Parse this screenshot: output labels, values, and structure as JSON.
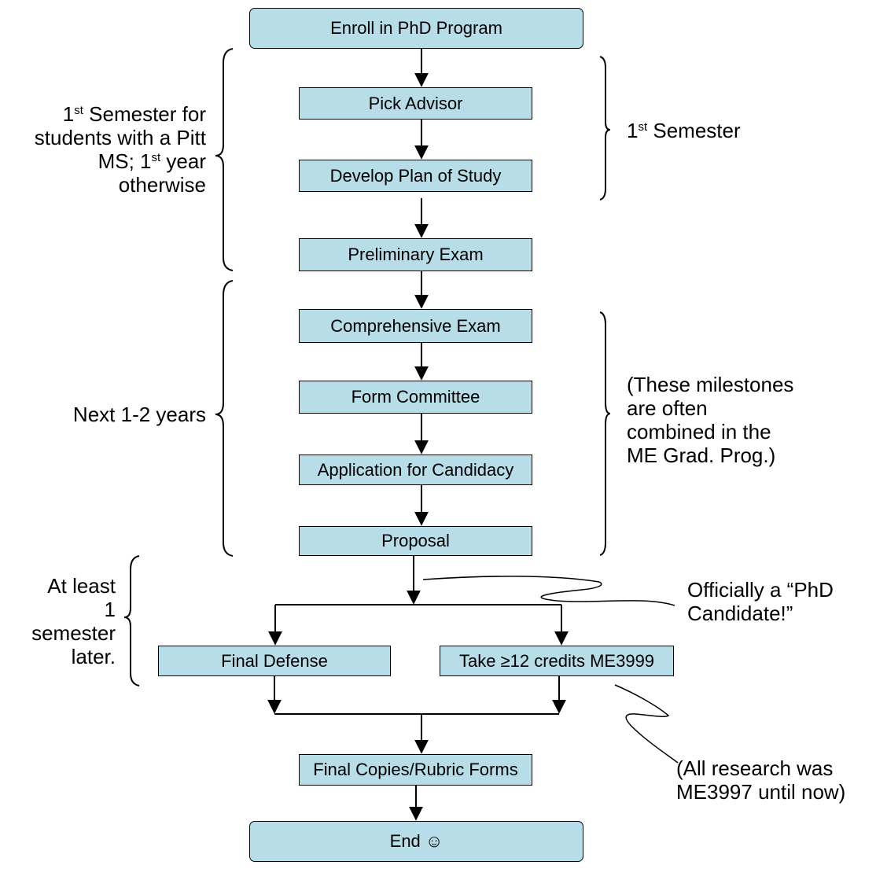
{
  "boxes": {
    "enroll": "Enroll in PhD Program",
    "advisor": "Pick Advisor",
    "plan": "Develop Plan of Study",
    "prelim": "Preliminary Exam",
    "comprehensive": "Comprehensive Exam",
    "committee": "Form Committee",
    "candidacy": "Application for Candidacy",
    "proposal": "Proposal",
    "defense": "Final Defense",
    "credits": "Take ≥12 credits ME3999",
    "copies": "Final Copies/Rubric Forms",
    "end": "End ☺"
  },
  "notes": {
    "left_first": {
      "p1_sup": "st",
      "p1_rest": " Semester for",
      "p2": "students with a Pitt",
      "p3_pre": "MS;  1",
      "p3_sup": "st",
      "p3_rest": " year",
      "p4": "otherwise",
      "p1_num": "1"
    },
    "right_first": {
      "num": "1",
      "sup": "st",
      "rest": " Semester"
    },
    "left_next": "Next 1-2 years",
    "right_milestones": [
      "(These milestones",
      "are often",
      "combined in the",
      "ME Grad. Prog.)"
    ],
    "left_later": [
      "At least",
      "1",
      "semester",
      "later."
    ],
    "candidate": [
      "Officially a “PhD",
      "Candidate!”"
    ],
    "research": [
      "(All research was",
      "ME3997 until now)"
    ]
  }
}
